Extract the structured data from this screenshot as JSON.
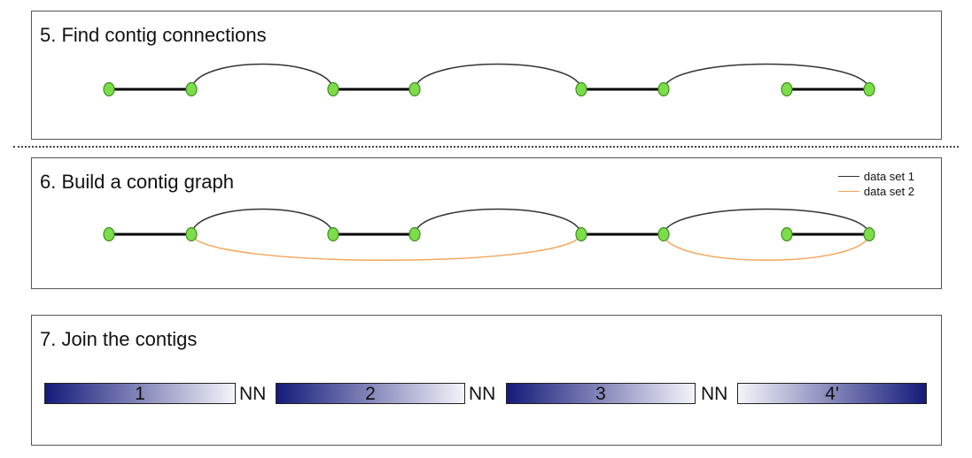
{
  "panels": {
    "find_connections": {
      "title": "5. Find contig connections"
    },
    "build_graph": {
      "title": "6. Build a contig graph",
      "legend": [
        {
          "label": "data set 1",
          "color": "#333333"
        },
        {
          "label": "data set 2",
          "color": "#f5a55a"
        }
      ]
    },
    "join": {
      "title": "7. Join the contigs",
      "contigs": [
        {
          "label": "1",
          "orientation": "forward"
        },
        {
          "label": "2",
          "orientation": "forward"
        },
        {
          "label": "3",
          "orientation": "forward"
        },
        {
          "label": "4'",
          "orientation": "reverse"
        }
      ],
      "gap_label": "NN"
    }
  },
  "colors": {
    "node_fill": "#7ddc4a",
    "node_stroke": "#3f8f1f",
    "contig_line": "#000000",
    "data_set_1": "#333333",
    "data_set_2": "#f5a55a",
    "contig_dark": "#151a7a",
    "contig_light": "#f4f4fa"
  }
}
